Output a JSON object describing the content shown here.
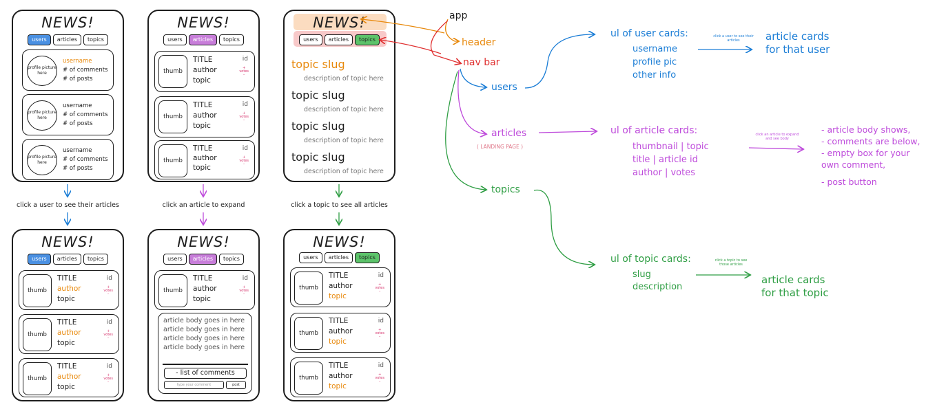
{
  "app_title": "NEWS!",
  "tabs": [
    "users",
    "articles",
    "topics"
  ],
  "user_card": {
    "pic": "profile picture here",
    "username": "username",
    "comments": "# of comments",
    "posts": "# of posts"
  },
  "article_card": {
    "thumb": "thumb",
    "title": "TITLE",
    "author": "author",
    "topic": "topic",
    "id": "id",
    "votes": "votes"
  },
  "topic_card": {
    "slug": "topic slug",
    "desc": "description of topic here"
  },
  "captions": {
    "users": "click a user to see their articles",
    "articles": "click an article to expand",
    "topics": "click a topic to see all articles"
  },
  "expanded": {
    "body": "article body goes in here article body goes in here article body goes in here article body goes in here",
    "comments": "- list of comments",
    "comment_placeholder": "type your comment",
    "post": "post"
  },
  "annotations": {
    "app": "app",
    "header": "header",
    "navbar": "nav bar",
    "users": "users",
    "articles": "articles",
    "landing": "( LANDING PAGE )",
    "topics": "topics",
    "ul_users": "ul of user cards:",
    "ul_users_items": [
      "username",
      "profile pic",
      "other info"
    ],
    "user_hint": "click a user to see their articles",
    "user_result": [
      "article cards",
      "for that user"
    ],
    "ul_articles": "ul of article cards:",
    "ul_articles_items": [
      "thumbnail  |  topic",
      "title  |  article id",
      "author  |  votes"
    ],
    "article_hint": "click an article to expand and see body",
    "article_result": [
      "- article body shows,",
      "- comments are below,",
      "- empty box for your",
      "  own comment,",
      "- post button"
    ],
    "ul_topics": "ul of topic cards:",
    "ul_topics_items": [
      "slug",
      "description"
    ],
    "topic_hint": "click a topic to see those articles",
    "topic_result": [
      "article cards",
      "for that topic"
    ]
  },
  "colors": {
    "users": "#4a90e2",
    "articles": "#c77dd9",
    "topics": "#5cc36a",
    "header": "#fbdcc0",
    "nav": "#f8c9c9",
    "blue": "#1c7ed6",
    "purple": "#be4bdb",
    "green": "#2f9e44",
    "orange": "#e8890c",
    "red": "#e03131"
  }
}
